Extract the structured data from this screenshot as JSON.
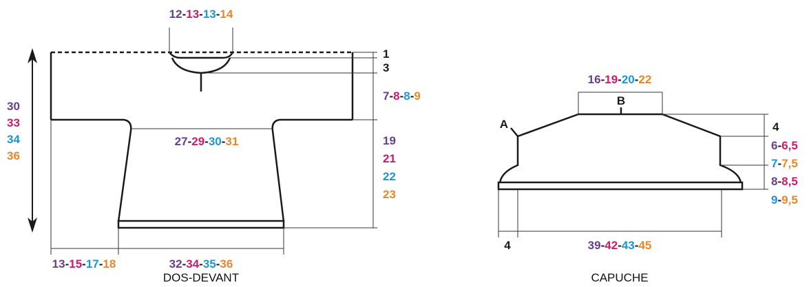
{
  "colors": {
    "line": "#1a1a1a",
    "guide": "#333333",
    "size1": "#6a3d8f",
    "size2": "#cc1a6e",
    "size3": "#1a97d4",
    "size4": "#e8862a",
    "sep": "#1a1a1a"
  },
  "dos_devant": {
    "caption": "DOS-DEVANT",
    "neck_width": [
      "12",
      "13",
      "13",
      "14"
    ],
    "chest_width": [
      "27",
      "29",
      "30",
      "31"
    ],
    "hem_width": [
      "32",
      "34",
      "35",
      "36"
    ],
    "sleeve_width": [
      "13",
      "15",
      "17",
      "18"
    ],
    "total_length": [
      "30",
      "33",
      "34",
      "36"
    ],
    "neck_drop_front": "1",
    "neck_drop_back": "3",
    "armhole_height": [
      "7",
      "8",
      "8",
      "9"
    ],
    "body_height": [
      "19",
      "21",
      "22",
      "23"
    ]
  },
  "capuche": {
    "caption": "CAPUCHE",
    "top_width": [
      "16",
      "19",
      "20",
      "22"
    ],
    "bottom_width": [
      "39",
      "42",
      "43",
      "45"
    ],
    "edge_width": "4",
    "label_a": "A",
    "label_b": "B",
    "height_top": "4",
    "height_2": [
      "6",
      "6,5"
    ],
    "height_3": [
      "7",
      "7,5"
    ],
    "height_4": [
      "8",
      "8,5"
    ],
    "height_5": [
      "9",
      "9,5"
    ]
  }
}
